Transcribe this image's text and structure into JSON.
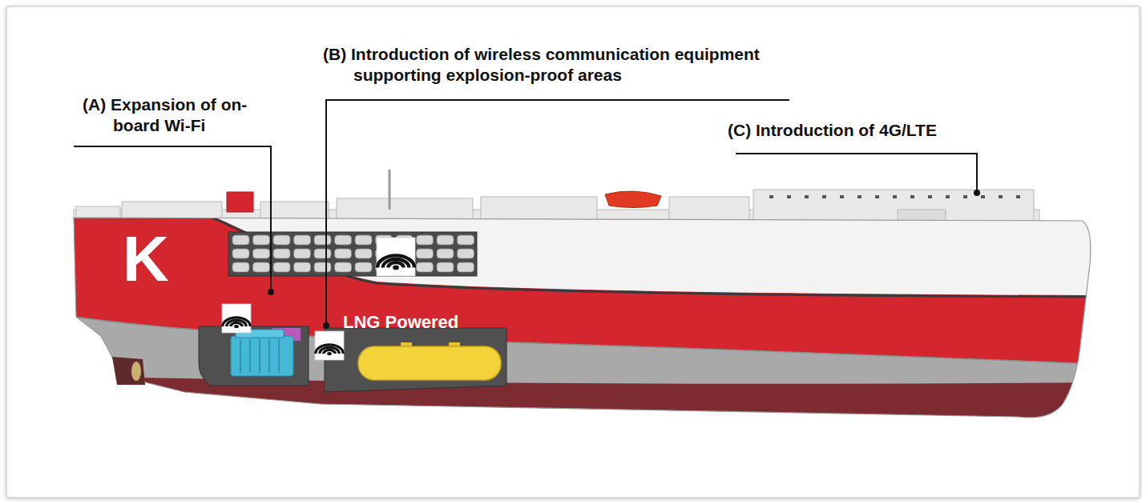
{
  "diagram": {
    "labels": [
      "(A) Expansion of on-board Wi-Fi",
      "(B) Introduction of wireless communication equipment supporting explosion-proof areas",
      "(C) Introduction of 4G/LTE",
      "K",
      "LNG Powered"
    ]
  }
}
